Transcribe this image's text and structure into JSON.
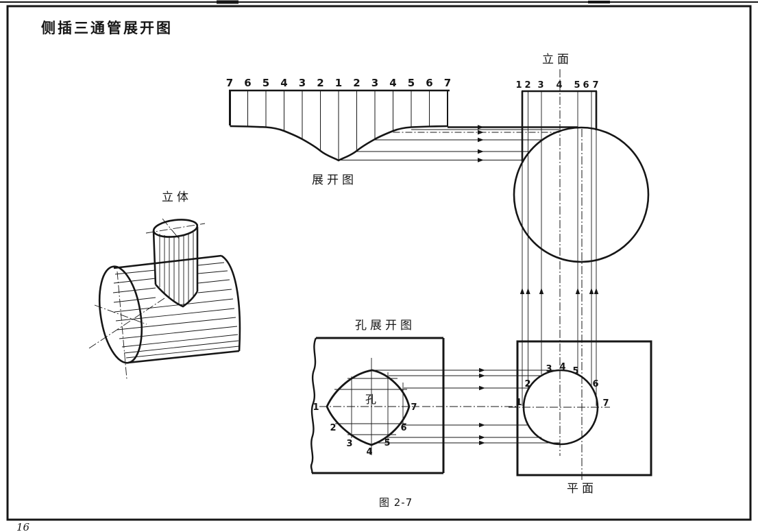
{
  "page": {
    "title": "侧插三通管展开图",
    "caption": "图 2-7",
    "page_number": "16"
  },
  "views": {
    "development": {
      "label": "展开图",
      "numbers": [
        "7",
        "6",
        "5",
        "4",
        "3",
        "2",
        "1",
        "2",
        "3",
        "4",
        "5",
        "6",
        "7"
      ]
    },
    "elevation": {
      "label": "立面",
      "numbers": [
        "1",
        "2",
        "3",
        "4",
        "5",
        "6",
        "7"
      ]
    },
    "pictorial": {
      "label": "立体"
    },
    "hole_development": {
      "label": "孔展开图",
      "hole_label": "孔",
      "numbers": [
        "1",
        "2",
        "3",
        "4",
        "5",
        "6",
        "7"
      ]
    },
    "plan": {
      "label": "平面",
      "numbers": [
        "1",
        "2",
        "3",
        "4",
        "5",
        "6",
        "7"
      ]
    }
  },
  "colors": {
    "ink": "#161616",
    "paper": "#ffffff"
  }
}
